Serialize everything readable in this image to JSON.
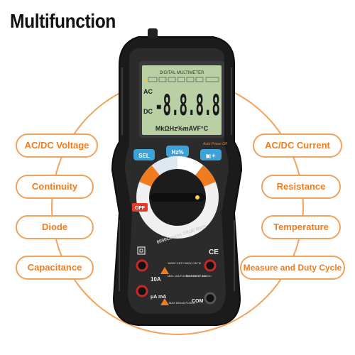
{
  "title": "Multifunction",
  "features": [
    {
      "label": "AC/DC Voltage"
    },
    {
      "label": "Continuity"
    },
    {
      "label": "Diode"
    },
    {
      "label": "Capacitance"
    },
    {
      "label": "AC/DC Current"
    },
    {
      "label": "Resistance"
    },
    {
      "label": "Temperature"
    },
    {
      "label": "Measure and Duty Cycle"
    }
  ],
  "meter": {
    "brand_line": "DIGITAL MULTIMETER",
    "auto_power_off": "Auto Power Off",
    "display_digits": "-8.8.8.8",
    "display_units": "MkΩHz%mAVF°C",
    "ac_label": "AC",
    "dc_label": "DC",
    "sel_button": "SEL",
    "hz_button": "Hz%",
    "counts_label": "6000Counts TRUE RMS",
    "off_label": "OFF",
    "ce_mark": "CE",
    "jack_10a": "10A",
    "jack_ua_ma": "μA\nmA",
    "jack_com": "COM",
    "warn_1": "1000V CAT II\n600V CAT III",
    "warn_2": "MAX 10A\nFUSED\nMAX 10 sec.",
    "warn_3": "MAX 600mA\nFUSED",
    "warn_4": "MAX 750V~\n1000V=",
    "colors": {
      "accent": "#ef7d20",
      "lcd": "#b9cfa4",
      "button_blue": "#3da2d8",
      "body": "#222222"
    }
  }
}
